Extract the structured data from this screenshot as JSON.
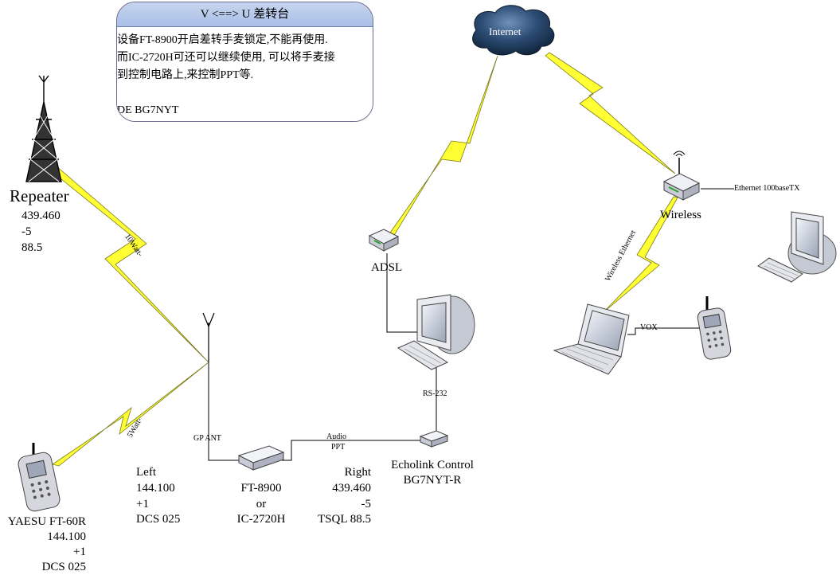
{
  "note": {
    "title": "V <==> U 差转台",
    "lines": [
      "设备FT-8900开启差转手麦锁定,不能再使用.",
      "而IC-2720H可还可以继续使用, 可以将手麦接",
      "到控制电路上,来控制PPT等.",
      "",
      "DE BG7NYT"
    ]
  },
  "repeater": {
    "title": "Repeater",
    "freq": "439.460",
    "offset": "-5",
    "tone": "88.5"
  },
  "links": {
    "repeater_power": "10Watt-",
    "handheld_power": "5Watt-",
    "gp_ant": "GP ANT",
    "audio": "Audio",
    "ppt": "PPT",
    "rs232": "RS-232",
    "wireless_ethernet": "Wireless Ethernet",
    "ethernet": "Ethernet 100baseTX",
    "vox": "VOX"
  },
  "handheld": {
    "model": "YAESU FT-60R",
    "freq": "144.100",
    "offset": "+1",
    "dcs": "DCS 025"
  },
  "left_channel": {
    "title": "Left",
    "freq": "144.100",
    "offset": "+1",
    "dcs": "DCS 025"
  },
  "radio": {
    "model1": "FT-8900",
    "or": "or",
    "model2": "IC-2720H"
  },
  "right_channel": {
    "title": "Right",
    "freq": "439.460",
    "offset": "-5",
    "tone": "TSQL 88.5"
  },
  "echolink": {
    "title": "Echolink Control",
    "call": "BG7NYT-R"
  },
  "internet": "Internet",
  "adsl": "ADSL",
  "wireless": "Wireless",
  "colors": {
    "bolt": "#ffff33",
    "note_header": "#b8c9ea",
    "cloud": "#1c3553",
    "device": "#e8eaf0"
  }
}
